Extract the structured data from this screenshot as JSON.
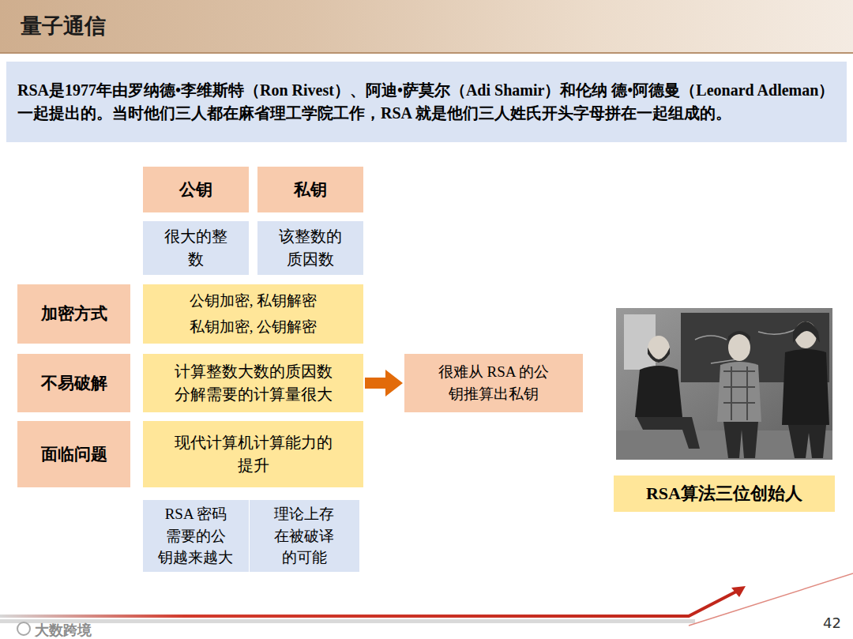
{
  "diagram": {
    "title": "量子通信",
    "nodes": [
      {
        "text": [
          "RSA是1977年由罗纳德•李维斯特（Ron Rivest）、阿迪•萨莫尔（Adi Shamir）和伦纳 德•阿德曼（Leonard Adleman）一起提出的。当时他们三人都在麻省理工学院工作，RSA 就是他们三人姓氏开头字母拼在一起组成的。"
        ]
      },
      {
        "text": [
          "公钥"
        ]
      },
      {
        "text": [
          "私钥"
        ]
      },
      {
        "text": [
          "很大的整 数"
        ]
      },
      {
        "text": [
          "该整数的 质因数"
        ]
      },
      {
        "text": [
          "加密方式"
        ]
      },
      {
        "text": [
          "公钥加密, 私钥解密",
          "私钥加密, 公钥解密"
        ]
      },
      {
        "text": [
          "不易破解"
        ]
      },
      {
        "text": [
          "计算整数大数的质因数 分解需要的计算量很大"
        ]
      },
      {
        "text": [
          "很难从 RSA 的公 钥推算出私钥"
        ]
      },
      {
        "text": [
          "面临问题"
        ]
      },
      {
        "text": [
          "现代计算机计算能力的 提升"
        ]
      },
      {
        "text": [
          "RSA 密码 需要的公 钥越来越大"
        ]
      },
      {
        "text": [
          "理论上存 在被破译 的可能"
        ]
      },
      {
        "text": [
          "RSA算法三位创始人"
        ]
      }
    ],
    "edges": [
      {
        "from": 8,
        "to": 9,
        "arrow": "to"
      }
    ],
    "labels": [
      "大数跨境",
      "42"
    ]
  }
}
